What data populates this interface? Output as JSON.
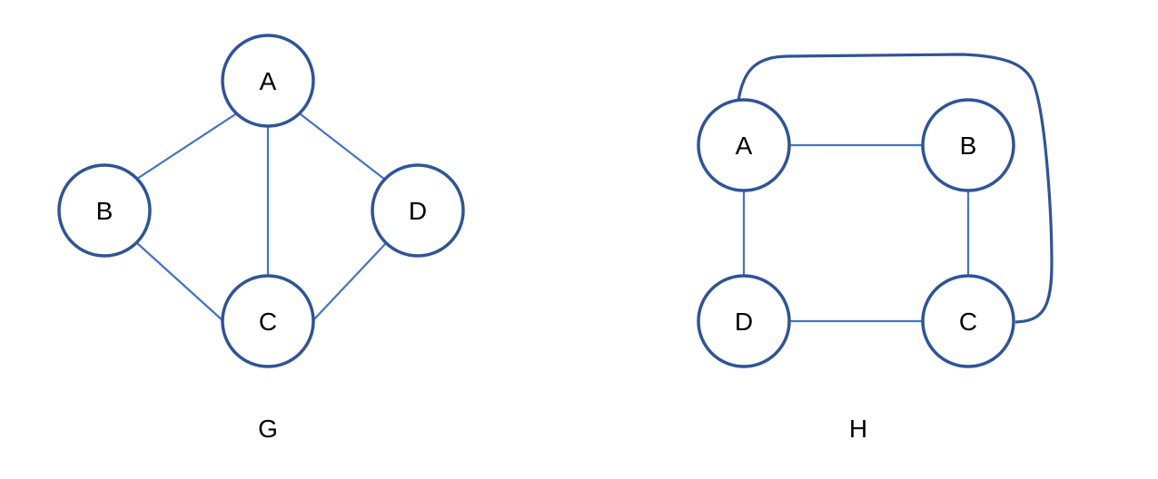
{
  "graphs": [
    {
      "caption": "G",
      "nodes": [
        {
          "id": "A",
          "label": "A"
        },
        {
          "id": "B",
          "label": "B"
        },
        {
          "id": "C",
          "label": "C"
        },
        {
          "id": "D",
          "label": "D"
        }
      ],
      "edges": [
        [
          "A",
          "B"
        ],
        [
          "A",
          "C"
        ],
        [
          "A",
          "D"
        ],
        [
          "B",
          "C"
        ],
        [
          "D",
          "C"
        ]
      ]
    },
    {
      "caption": "H",
      "nodes": [
        {
          "id": "A",
          "label": "A"
        },
        {
          "id": "B",
          "label": "B"
        },
        {
          "id": "C",
          "label": "C"
        },
        {
          "id": "D",
          "label": "D"
        }
      ],
      "edges": [
        [
          "A",
          "B"
        ],
        [
          "B",
          "C"
        ],
        [
          "A",
          "D"
        ],
        [
          "D",
          "C"
        ],
        [
          "A",
          "C"
        ]
      ]
    }
  ],
  "colors": {
    "node_stroke": "#2f5496",
    "edge": "#4472c4",
    "text": "#000000"
  }
}
